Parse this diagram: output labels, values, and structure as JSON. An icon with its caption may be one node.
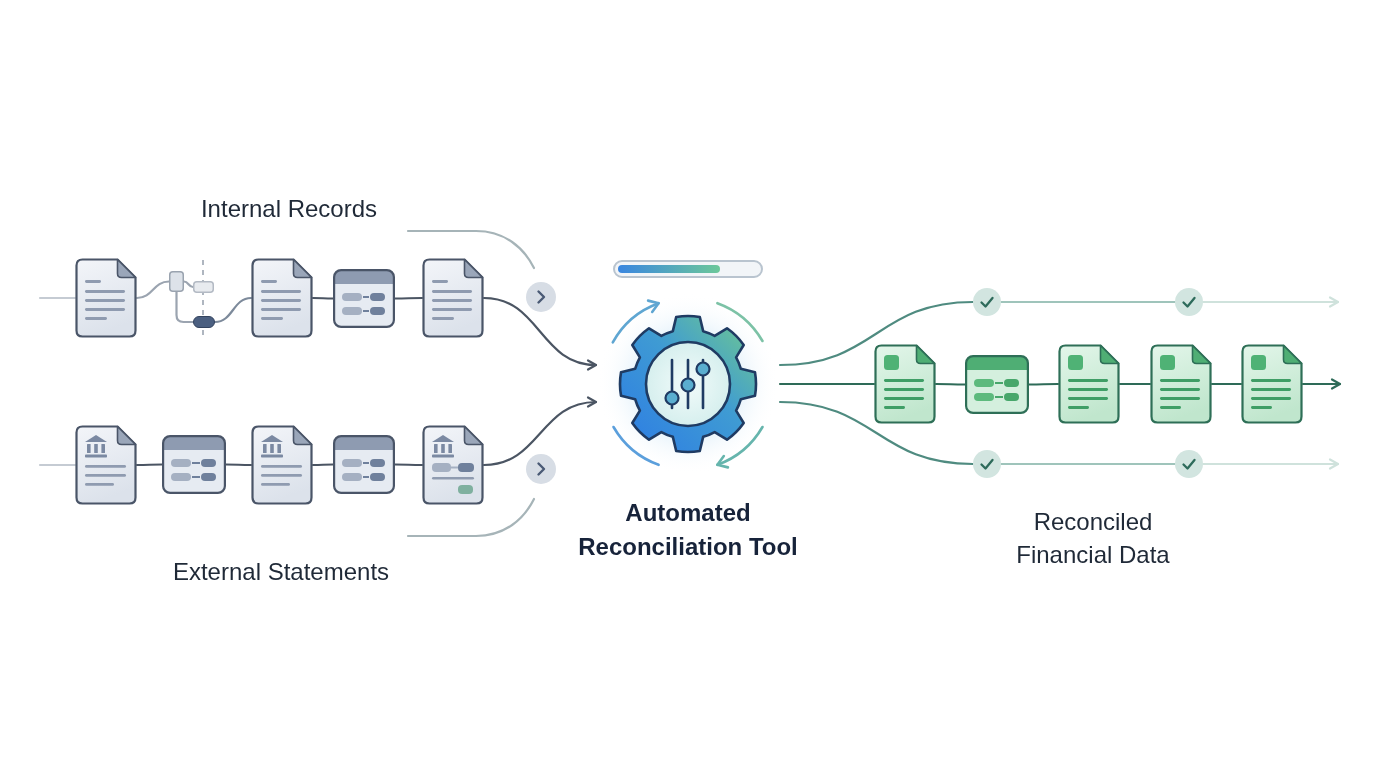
{
  "diagram": {
    "nodes": [
      {
        "text": [],
        "shape": "document"
      },
      {
        "text": [],
        "shape": "box"
      },
      {
        "text": [],
        "shape": "box"
      },
      {
        "text": [],
        "shape": "bar"
      },
      {
        "text": [],
        "shape": "document"
      },
      {
        "text": [],
        "shape": "box"
      },
      {
        "text": [],
        "shape": "document"
      },
      {
        "text": [],
        "shape": "document"
      },
      {
        "text": [],
        "shape": "box"
      },
      {
        "text": [],
        "shape": "document"
      },
      {
        "text": [],
        "shape": "box"
      },
      {
        "text": [],
        "shape": "document"
      },
      {
        "text": [],
        "shape": "gear",
        "beside": [
          "Automated Reconciliation Tool"
        ]
      },
      {
        "text": [],
        "shape": "circle"
      },
      {
        "text": [],
        "shape": "circle"
      },
      {
        "text": [],
        "shape": "document"
      },
      {
        "text": [],
        "shape": "box"
      },
      {
        "text": [],
        "shape": "document"
      },
      {
        "text": [],
        "shape": "document"
      },
      {
        "text": [],
        "shape": "document"
      },
      {
        "text": [],
        "shape": "circle"
      },
      {
        "text": [],
        "shape": "circle"
      }
    ],
    "edges": [
      {
        "from": null,
        "to": 0,
        "arrow": "none",
        "color": "#c5cbd3"
      },
      {
        "from": 0,
        "to": 1,
        "arrow": "none",
        "color": "#9ba4b0"
      },
      {
        "from": 1,
        "to": 2,
        "arrow": "none",
        "color": "#9ba4b0"
      },
      {
        "from": 1,
        "to": 3,
        "arrow": "none",
        "color": "#9ba4b0"
      },
      {
        "from": 3,
        "to": 4,
        "arrow": "none",
        "color": "#7d8a9b"
      },
      {
        "from": 4,
        "to": 5,
        "arrow": "none"
      },
      {
        "from": 5,
        "to": 6,
        "arrow": "none"
      },
      {
        "from": 6,
        "to": 12,
        "arrow": "to"
      },
      {
        "from": null,
        "to": 7,
        "arrow": "none",
        "color": "#c5cbd3"
      },
      {
        "from": 7,
        "to": 8,
        "arrow": "none"
      },
      {
        "from": 8,
        "to": 9,
        "arrow": "none"
      },
      {
        "from": 9,
        "to": 10,
        "arrow": "none"
      },
      {
        "from": 10,
        "to": 11,
        "arrow": "none"
      },
      {
        "from": 11,
        "to": 12,
        "arrow": "to"
      },
      {
        "from": 12,
        "to": 13,
        "arrow": "none",
        "color": "#4f8b80"
      },
      {
        "from": 13,
        "to": 14,
        "arrow": "none",
        "color": "#9fc4bb"
      },
      {
        "from": 14,
        "to": null,
        "arrow": "to",
        "color": "#cfe2dc"
      },
      {
        "from": 12,
        "to": 15,
        "arrow": "none",
        "color": "#2e6b58"
      },
      {
        "from": 15,
        "to": 16,
        "arrow": "none",
        "color": "#2e6b58"
      },
      {
        "from": 16,
        "to": 17,
        "arrow": "none",
        "color": "#2e6b58"
      },
      {
        "from": 17,
        "to": 18,
        "arrow": "none",
        "color": "#2e6b58"
      },
      {
        "from": 18,
        "to": 19,
        "arrow": "none",
        "color": "#2e6b58"
      },
      {
        "from": 19,
        "to": null,
        "arrow": "to",
        "color": "#2e6b58"
      },
      {
        "from": 12,
        "to": 20,
        "arrow": "none",
        "color": "#4f8b80"
      },
      {
        "from": 20,
        "to": 21,
        "arrow": "none",
        "color": "#9fc4bb"
      },
      {
        "from": 21,
        "to": null,
        "arrow": "to",
        "color": "#cfe2dc"
      }
    ],
    "labels": [
      "Internal Records",
      "External Statements",
      "Reconciled Financial Data"
    ]
  }
}
